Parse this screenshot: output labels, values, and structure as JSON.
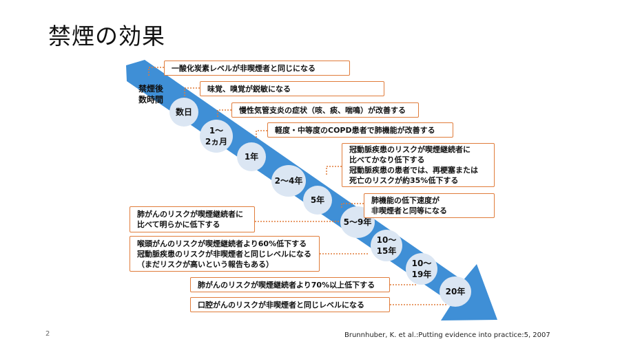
{
  "slide": {
    "title": "禁煙の効果",
    "page_number": "2",
    "citation": "Brunnhuber, K. et al.:Putting evidence into practice:5, 2007"
  },
  "colors": {
    "arrow": "#3f8fd6",
    "box_border": "#e07b39",
    "stage_fill": "#dbe6f3"
  },
  "stages": [
    "禁煙後\n数時間",
    "数日",
    "1～\n2ヵ月",
    "1年",
    "2～4年",
    "5年",
    "5～9年",
    "10～\n15年",
    "10～\n19年",
    "20年"
  ],
  "effects": [
    "一酸化炭素レベルが非喫煙者と同じになる",
    "味覚、嗅覚が鋭敏になる",
    "慢性気管支炎の症状（咳、痰、喘鳴）が改善する",
    "軽度・中等度のCOPD患者で肺機能が改善する",
    "冠動脈疾患のリスクが喫煙継続者に\n比べてかなり低下する\n冠動脈疾患の患者では、再梗塞または\n死亡のリスクが約35%低下する",
    "肺機能の低下速度が\n非喫煙者と同等になる",
    "肺がんのリスクが喫煙継続者に\n比べて明らかに低下する",
    "喉頭がんのリスクが喫煙継続者より60%低下する\n冠動脈疾患のリスクが非喫煙者と同じレベルになる\n（まだリスクが高いという報告もある）",
    "肺がんのリスクが喫煙継続者より70%以上低下する",
    "口腔がんのリスクが非喫煙者と同じレベルになる"
  ]
}
